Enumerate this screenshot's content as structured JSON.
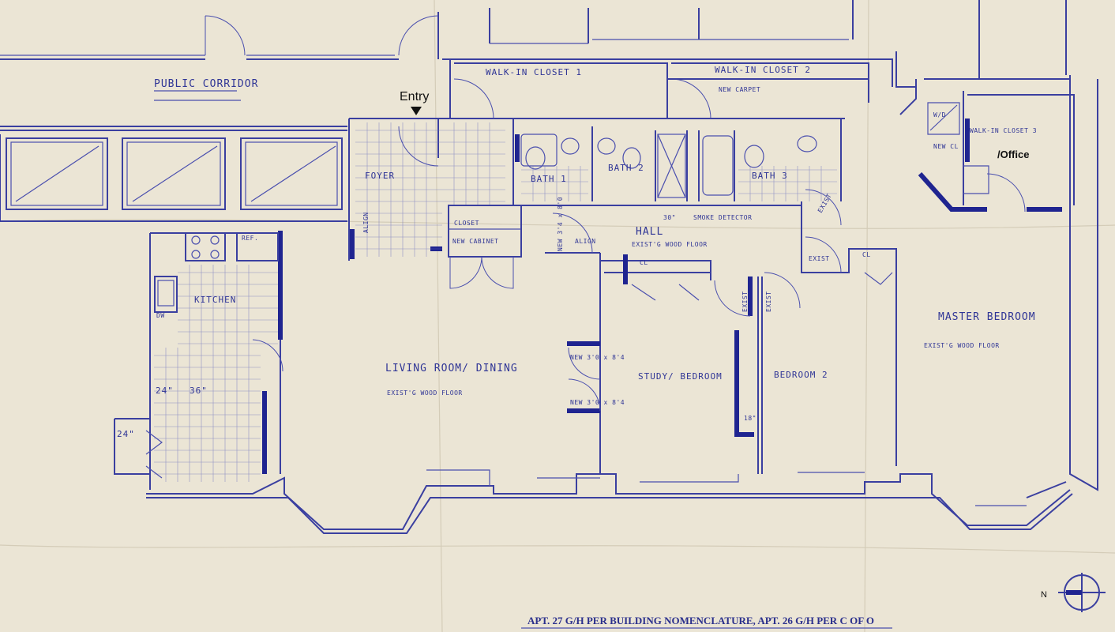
{
  "labels": {
    "entry": "Entry",
    "public_corridor": "PUBLIC CORRIDOR",
    "walk_in_closet_1": "WALK-IN CLOSET 1",
    "walk_in_closet_2": "WALK-IN CLOSET 2",
    "new_carpet": "NEW CARPET",
    "walk_in_closet_3": "WALK-IN CLOSET 3",
    "office": "/Office",
    "foyer": "FOYER",
    "bath_1": "BATH 1",
    "bath_2": "BATH 2",
    "bath_3": "BATH 3",
    "closet": "CLOSET",
    "new_cabinet": "NEW CABINET",
    "hall": "HALL",
    "hall_floor": "EXIST'G WOOD FLOOR",
    "smoke_detector": "SMOKE DETECTOR",
    "kitchen": "KITCHEN",
    "ref": "REF.",
    "dw": "DW",
    "living_dining": "LIVING ROOM/ DINING",
    "living_floor": "EXIST'G WOOD FLOOR",
    "study_bedroom": "STUDY/ BEDROOM",
    "bedroom_2": "BEDROOM 2",
    "master_bedroom": "MASTER BEDROOM",
    "master_floor": "EXIST'G WOOD FLOOR",
    "cl_1": "CL",
    "cl_2": "CL",
    "new_cl": "NEW CL",
    "wd": "W/D",
    "align_1": "ALIGN",
    "align_2": "ALIGN",
    "exist_1": "EXIST",
    "exist_2": "EXIST",
    "exist_3": "EXIST",
    "exist_4": "EXIST",
    "new_door_1": "NEW 3'0 x 8'4",
    "new_door_2": "NEW 3'0 x 8'4",
    "new_door_3": "NEW 3'4 x 8'0",
    "dim_30": "30\"",
    "dim_24": "24\"",
    "dim_36": "36\"",
    "dim_24b": "24\"",
    "dim_18": "18\"",
    "north": "N",
    "caption": "APT. 27 G/H PER BUILDING NOMENCLATURE, APT. 26 G/H PER C OF O"
  }
}
